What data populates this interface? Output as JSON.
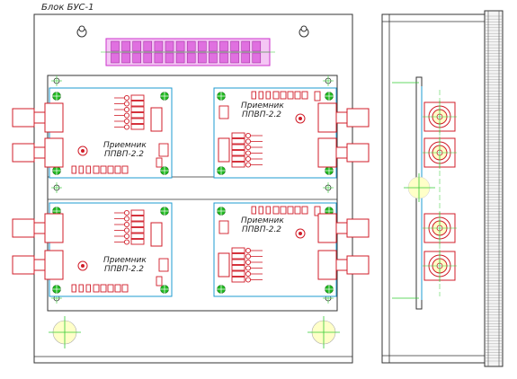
{
  "title": "Блок БУС-1",
  "receiver_label_line1": "Приемник",
  "receiver_label_line2": "ППВП-2.2",
  "colors": {
    "outline": "#333333",
    "board": "#1e9bd0",
    "component": "#d01c28",
    "connector": "#cc33cc",
    "mount": "#22bb22",
    "crosshair": "#33cc33",
    "fill_yellow": "#ffffc8"
  },
  "icons": {
    "mount_hole": "keyhole-icon",
    "terminal_block": "terminal-block-icon",
    "rf_connector": "rf-connector-icon",
    "fixing_hole": "crosshair-circle-icon"
  }
}
